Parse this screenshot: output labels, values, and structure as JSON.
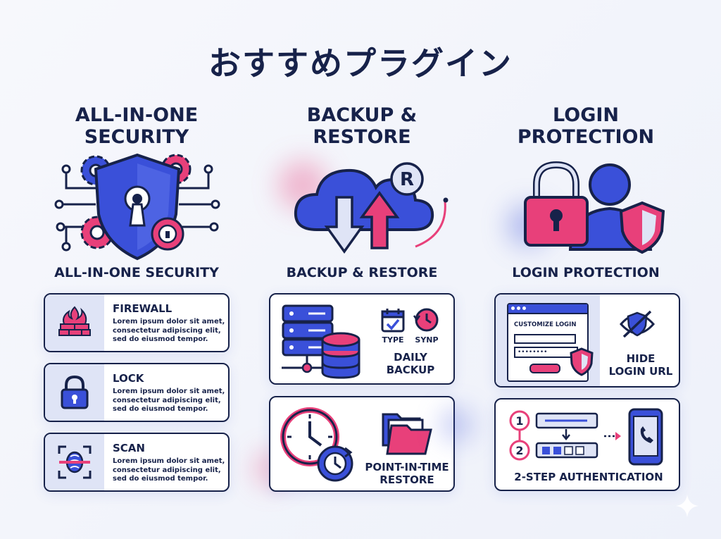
{
  "page_title": "おすすめプラグイン",
  "colors": {
    "navy": "#17224a",
    "blue": "#3a50d9",
    "pink": "#e8407a",
    "light_blue": "#dfe4f6"
  },
  "columns": [
    {
      "heading_line1": "ALL-IN-ONE",
      "heading_line2": "SECURITY",
      "subtitle": "ALL-IN-ONE SECURITY",
      "hero_icon": "shield-keyhole-gears-icon",
      "cards": [
        {
          "title": "FIREWALL",
          "icon": "firewall-icon",
          "desc1": "Lorem ipsum dolor sit amet,",
          "desc2": "consectetur adipiscing elit,",
          "desc3": "sed do eiusmod tempor."
        },
        {
          "title": "LOCK",
          "icon": "lock-icon",
          "desc1": "Lorem ipsum dolor sit amet,",
          "desc2": "consectetur adipiscing elit,",
          "desc3": "sed do eiusmod tempor."
        },
        {
          "title": "SCAN",
          "icon": "scan-icon",
          "desc1": "Lorem ipsum dolor sit amet,",
          "desc2": "consectetur adipiscing elit,",
          "desc3": "sed do eiusmod tempor."
        }
      ]
    },
    {
      "heading_line1": "BACKUP &",
      "heading_line2": "RESTORE",
      "subtitle": "BACKUP & RESTORE",
      "hero_icon": "cloud-sync-icon",
      "hero_badge": "R",
      "cards": [
        {
          "type_label": "TYPE",
          "sync_label": "SYNP",
          "label_line1": "DAILY",
          "label_line2": "BACKUP"
        },
        {
          "label_line1": "POINT-IN-TIME",
          "label_line2": "RESTORE"
        }
      ]
    },
    {
      "heading_line1": "LOGIN",
      "heading_line2": "PROTECTION",
      "subtitle": "LOGIN PROTECTION",
      "hero_icon": "padlock-user-shield-icon",
      "cards": [
        {
          "form_title": "CUSTOMIZE LOGIN",
          "password_mask": "••••••••",
          "label_line1": "HIDE",
          "label_line2": "LOGIN URL"
        },
        {
          "step1": "1",
          "step2": "2",
          "label": "2-STEP AUTHENTICATION"
        }
      ]
    }
  ]
}
